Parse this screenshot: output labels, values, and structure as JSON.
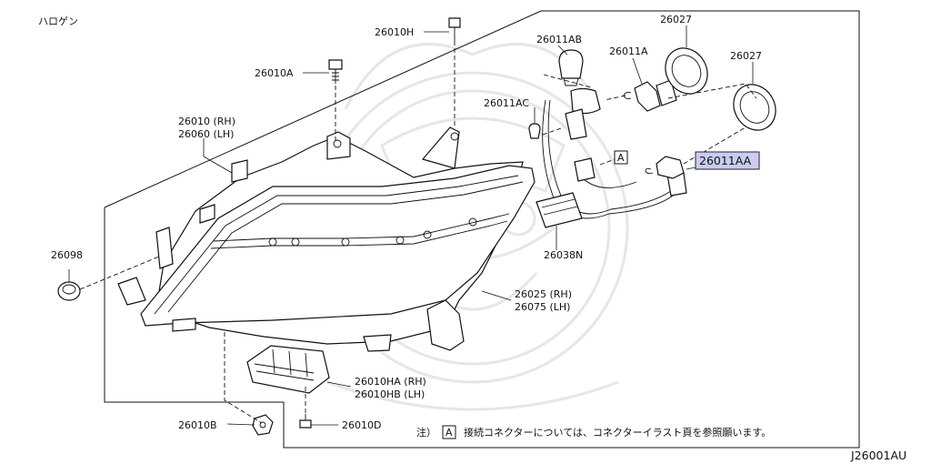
{
  "corner_label": "ハロゲン",
  "drawing_number": "J26001AU",
  "note": {
    "prefix": "注）",
    "ref": "A",
    "text": "接続コネクターについては、コネクターイラスト頁を参照願います。"
  },
  "connector_ref": "A",
  "highlight_color": "#c9cdef",
  "callouts": {
    "p26010H": "26010H",
    "p26010A": "26010A",
    "p26010_rh": "26010 (RH)",
    "p26060_lh": "26060 (LH)",
    "p26098": "26098",
    "p26011AB": "26011AB",
    "p26011A": "26011A",
    "p26027_a": "26027",
    "p26027_b": "26027",
    "p26011AC": "26011AC",
    "p26011AA": "26011AA",
    "p26038N": "26038N",
    "p26025_rh": "26025 (RH)",
    "p26075_lh": "26075 (LH)",
    "p26010HA_rh": "26010HA (RH)",
    "p26010HB_lh": "26010HB (LH)",
    "p26010B": "26010B",
    "p26010D": "26010D"
  }
}
